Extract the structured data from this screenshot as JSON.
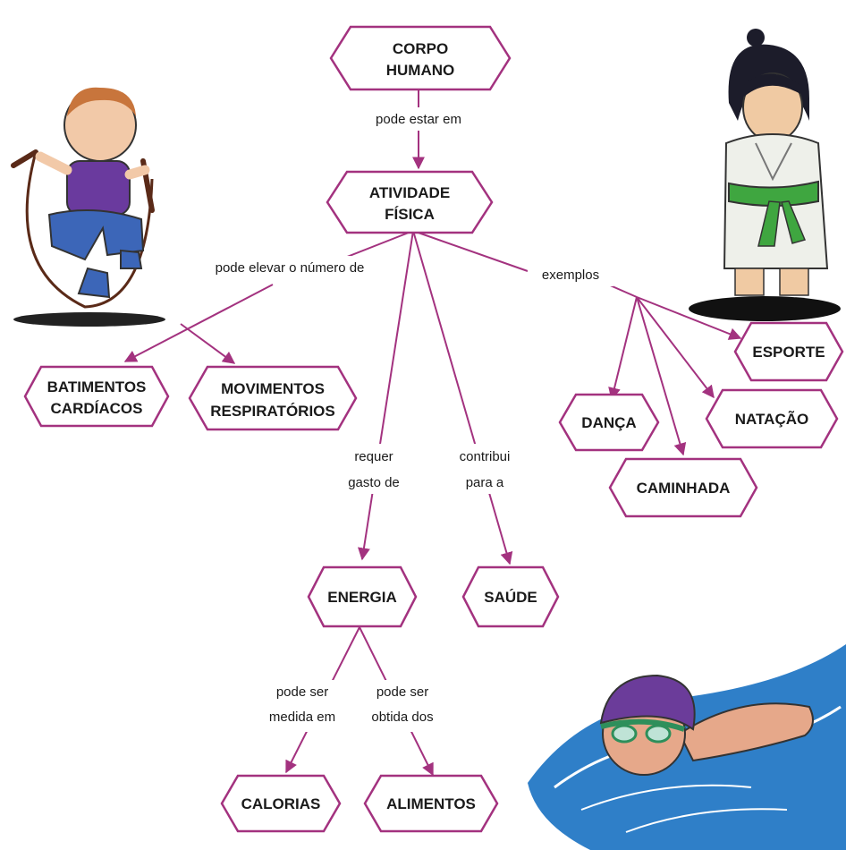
{
  "colors": {
    "accent": "#a3327f",
    "node_fill": "#ffffff",
    "text": "#1a1a1a",
    "water": "#2f7fc8"
  },
  "nodes": {
    "corpo_humano": [
      "CORPO",
      "HUMANO"
    ],
    "atividade_fisica": [
      "ATIVIDADE",
      "FÍSICA"
    ],
    "batimentos": [
      "BATIMENTOS",
      "CARDÍACOS"
    ],
    "movimentos": [
      "MOVIMENTOS",
      "RESPIRATÓRIOS"
    ],
    "energia": [
      "ENERGIA"
    ],
    "saude": [
      "SAÚDE"
    ],
    "calorias": [
      "CALORIAS"
    ],
    "alimentos": [
      "ALIMENTOS"
    ],
    "esporte": [
      "ESPORTE"
    ],
    "natacao": [
      "NATAÇÃO"
    ],
    "danca": [
      "DANÇA"
    ],
    "caminhada": [
      "CAMINHADA"
    ]
  },
  "links": {
    "pode_estar_em": [
      "pode estar em"
    ],
    "pode_elevar": [
      "pode elevar o número de"
    ],
    "exemplos": [
      "exemplos"
    ],
    "requer": [
      "requer",
      "gasto de"
    ],
    "contribui": [
      "contribui",
      "para a"
    ],
    "medida": [
      "pode ser",
      "medida em"
    ],
    "obtida": [
      "pode ser",
      "obtida dos"
    ]
  },
  "illustrations": [
    "child-jumping-rope",
    "child-in-martial-arts-uniform",
    "child-swimming"
  ]
}
